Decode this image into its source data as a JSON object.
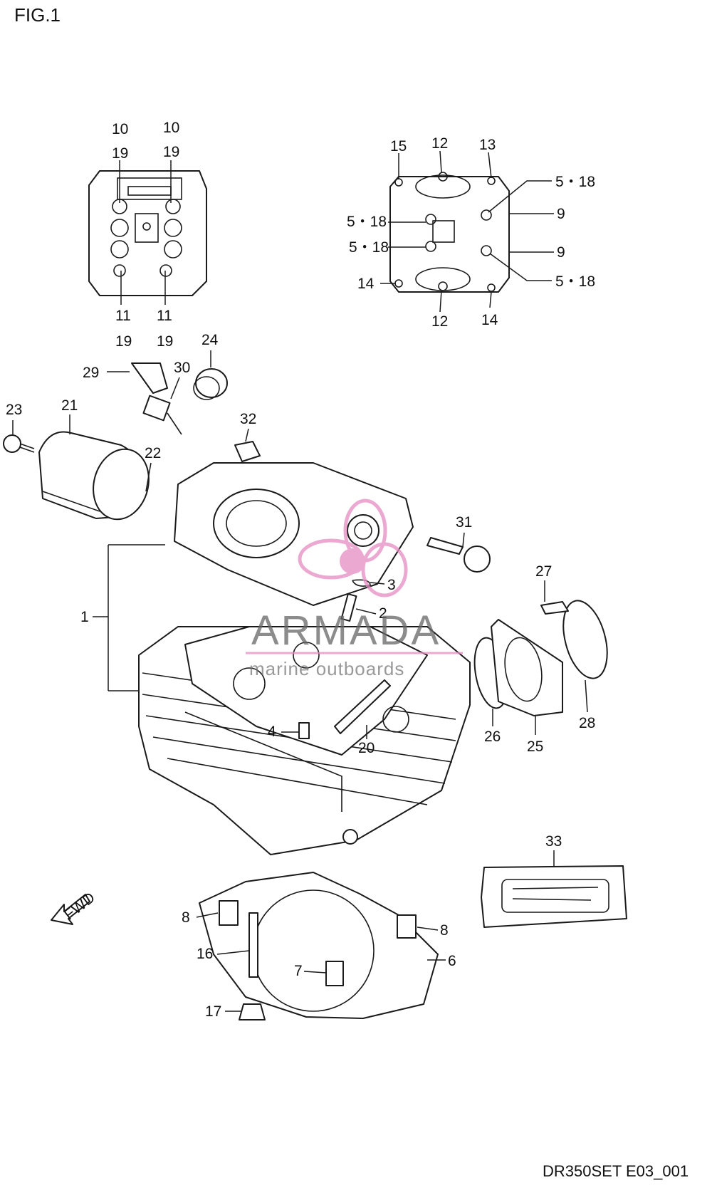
{
  "figure_label": "FIG.1",
  "diagram_code": "DR350SET E03_001",
  "watermark": {
    "brand": "ARMADA",
    "tagline": "marine outboards",
    "color": "#e58bc1"
  },
  "fwd_label": "FWD",
  "callouts": {
    "c1": "1",
    "c2": "2",
    "c3": "3",
    "c4": "4",
    "c6": "6",
    "c7": "7",
    "c8a": "8",
    "c8b": "8",
    "c9a": "9",
    "c9b": "9",
    "c10a": "10",
    "c10b": "10",
    "c11a": "11",
    "c11b": "11",
    "c12a": "12",
    "c12b": "12",
    "c13": "13",
    "c14a": "14",
    "c14b": "14",
    "c15": "15",
    "c16": "16",
    "c17": "17",
    "c19a": "19",
    "c19b": "19",
    "c19c": "19",
    "c19d": "19",
    "c20": "20",
    "c21": "21",
    "c22": "22",
    "c23": "23",
    "c24": "24",
    "c25": "25",
    "c26": "26",
    "c27": "27",
    "c28": "28",
    "c29": "29",
    "c30": "30",
    "c31": "31",
    "c32": "32",
    "c33": "33",
    "c518a": "5・18",
    "c518b": "5・18",
    "c518c": "5・18",
    "c518d": "5・18"
  }
}
